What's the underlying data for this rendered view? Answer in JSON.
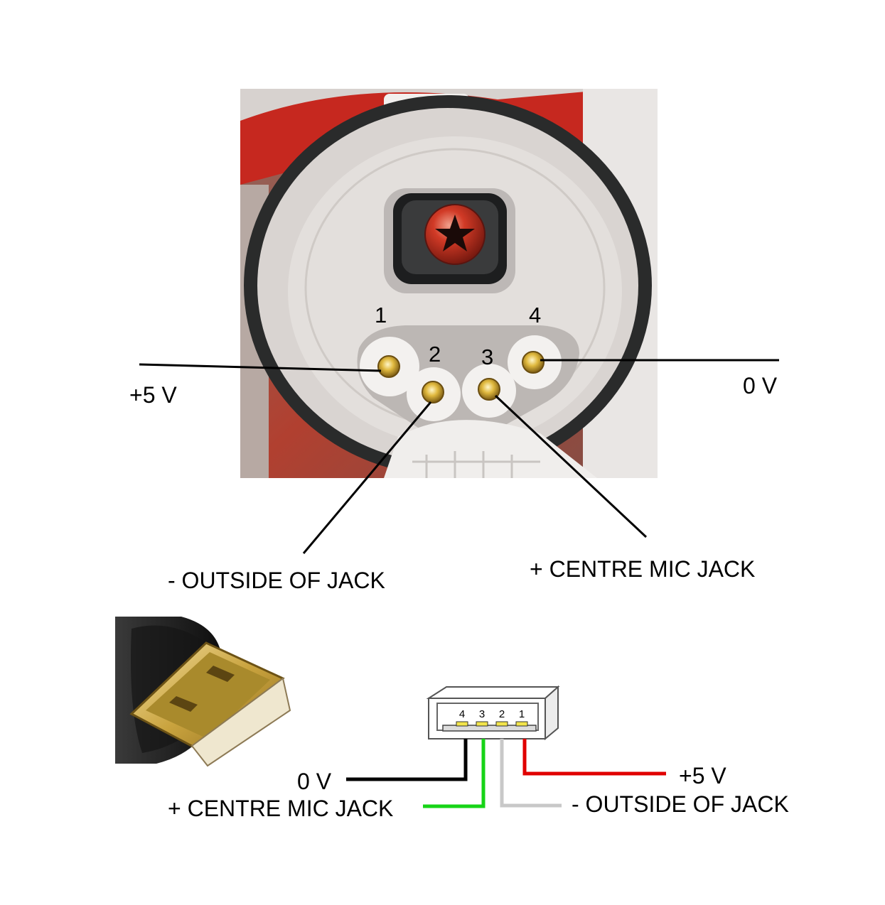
{
  "connector_photo": {
    "pin_numbers": [
      "1",
      "2",
      "3",
      "4"
    ],
    "labels": {
      "pin1": "+5 V",
      "pin4": "0 V",
      "pin2": "- OUTSIDE OF JACK",
      "pin3": "+ CENTRE MIC JACK"
    },
    "star_icon": "star-icon"
  },
  "usb_diagram": {
    "socket_pin_numbers": [
      "4",
      "3",
      "2",
      "1"
    ],
    "wires": [
      {
        "pin": "1",
        "label": "+5 V",
        "color": "#e00000"
      },
      {
        "pin": "2",
        "label": "- OUTSIDE OF JACK",
        "color": "#c8c8c8"
      },
      {
        "pin": "3",
        "label": "+ CENTRE MIC JACK",
        "color": "#17d417"
      },
      {
        "pin": "4",
        "label": "0 V",
        "color": "#000000"
      }
    ]
  },
  "colors": {
    "body_red": "#c6281f",
    "rim_dark": "#2a2b2b",
    "plastic_white": "#e2dedb",
    "gold": "#d9b23a"
  }
}
